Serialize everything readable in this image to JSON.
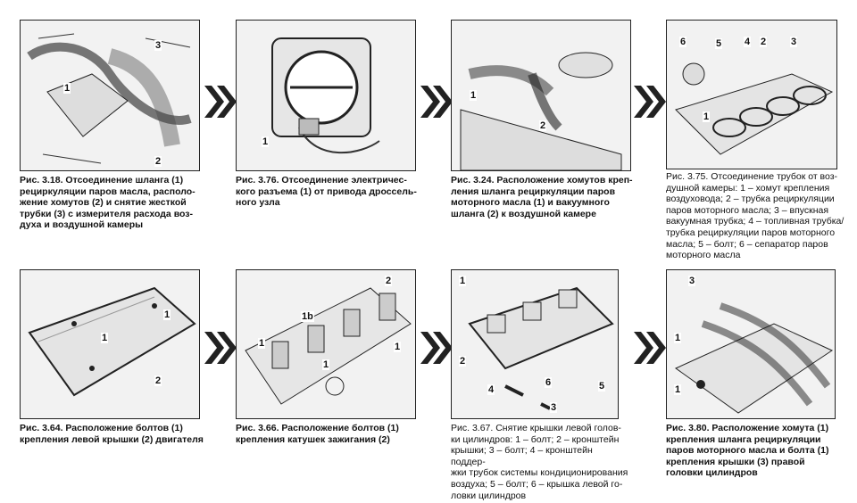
{
  "row1": [
    {
      "caption": "Рис. 3.18. Отсоединение шланга (1)\nрециркуляции паров масла, располо-\nжение хомутов (2) и снятие жесткой\nтрубки (3) с измерителя расхода воз-\nдуха и воздушной камеры",
      "callouts": [
        "1",
        "2",
        "3"
      ]
    },
    {
      "caption": "Рис. 3.76. Отсоединение электричес-\nкого разъема (1) от привода дроссель-\nного узла",
      "callouts": [
        "1"
      ]
    },
    {
      "caption": "Рис. 3.24. Расположение хомутов креп-\nления шланга рециркуляции паров\nмоторного масла (1) и вакуумного\nшланга (2) к воздушной камере",
      "callouts": [
        "1",
        "2"
      ]
    },
    {
      "caption": "Рис. 3.75. Отсоединение трубок от воз-\nдушной камеры: 1 – хомут крепления\nвоздуховода; 2 – трубка рециркуляции\nпаров моторного масла; 3 – впускная\nвакуумная трубка; 4 – топливная трубка/\nтрубка рециркуляции паров моторного\nмасла; 5 – болт; 6 – сепаратор паров\nмоторного масла",
      "callouts": [
        "6",
        "5",
        "4",
        "2",
        "3",
        "1"
      ]
    }
  ],
  "row2": [
    {
      "caption": "Рис. 3.64. Расположение болтов (1) крепления левой крышки (2) двигателя",
      "callouts": [
        "1",
        "1",
        "2"
      ]
    },
    {
      "caption": "Рис. 3.66. Расположение болтов (1)\nкрепления катушек зажигания (2)",
      "callouts": [
        "2",
        "1b",
        "1",
        "1",
        "1"
      ]
    },
    {
      "caption": "Рис. 3.67. Снятие крышки левой голов-\nки цилиндров: 1 – болт; 2 – кронштейн\nкрышки; 3 – болт; 4 – кронштейн поддер-\nжки трубок системы кондиционирования\nвоздуха; 5 – болт; 6 – крышка левой го-\nловки цилиндров",
      "callouts": [
        "1",
        "2",
        "6",
        "5",
        "4",
        "3"
      ]
    },
    {
      "caption": "Рис. 3.80. Расположение хомута (1) крепления шланга рециркуляции паров моторного масла и болта (1) крепления крышки (3) правой головки цилиндров",
      "callouts": [
        "3",
        "1",
        "1"
      ]
    }
  ],
  "colors": {
    "ink": "#111111",
    "figure_bg": "#f2f2f2",
    "arrow": "#222222"
  },
  "icons": {
    "arrow": "double-chevron-right-icon"
  }
}
